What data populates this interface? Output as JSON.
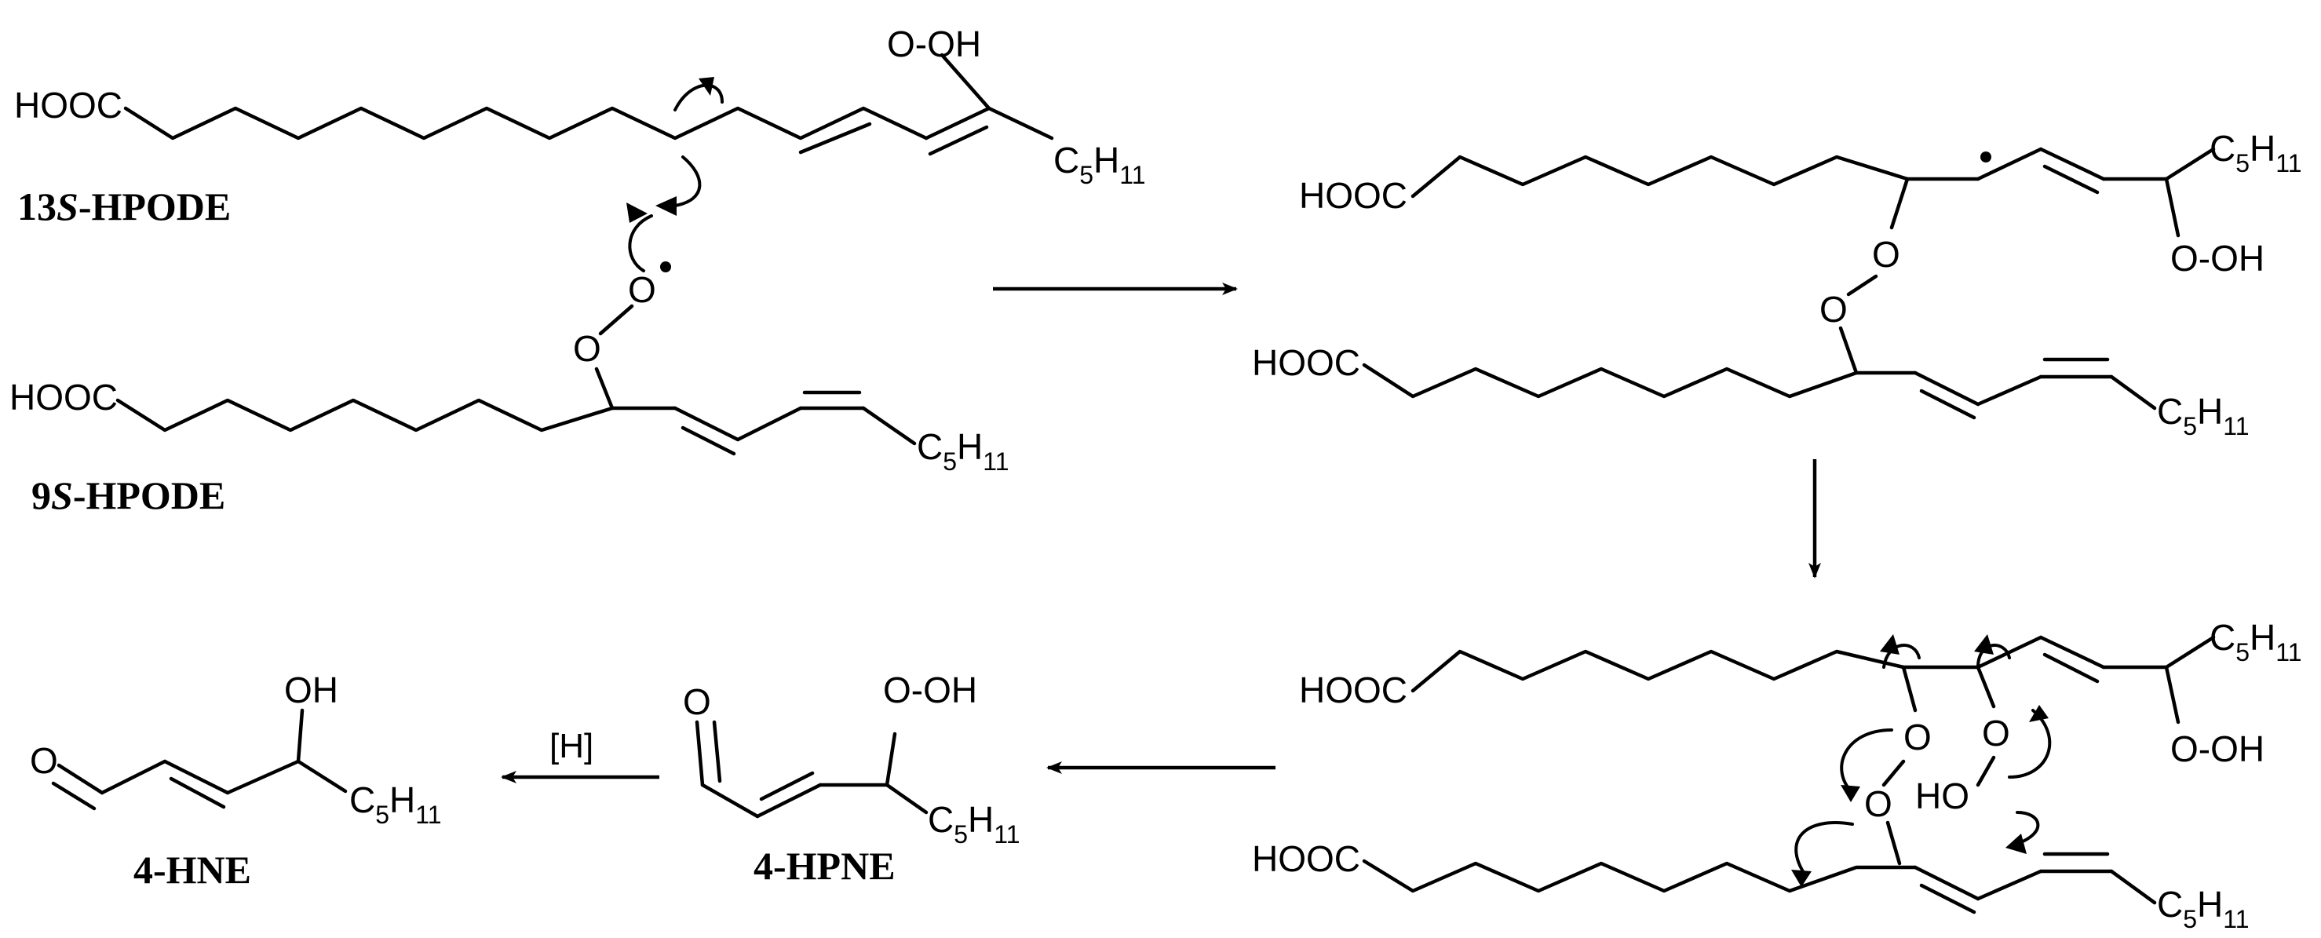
{
  "atoms": {
    "hooc": "HOOC",
    "ooh": "O-OH",
    "o": "O",
    "oh": "OH",
    "ho": "HO",
    "h": "H",
    "c": "C",
    "n5": "5",
    "n11": "11"
  },
  "labels": {
    "hpode13": {
      "num": "13",
      "italic": "S",
      "rest": "-HPODE"
    },
    "hpode9": {
      "num": "9",
      "italic": "S",
      "rest": "-HPODE"
    },
    "hne": "4-HNE",
    "hpne": "4-HPNE"
  },
  "reagent": "[H]"
}
